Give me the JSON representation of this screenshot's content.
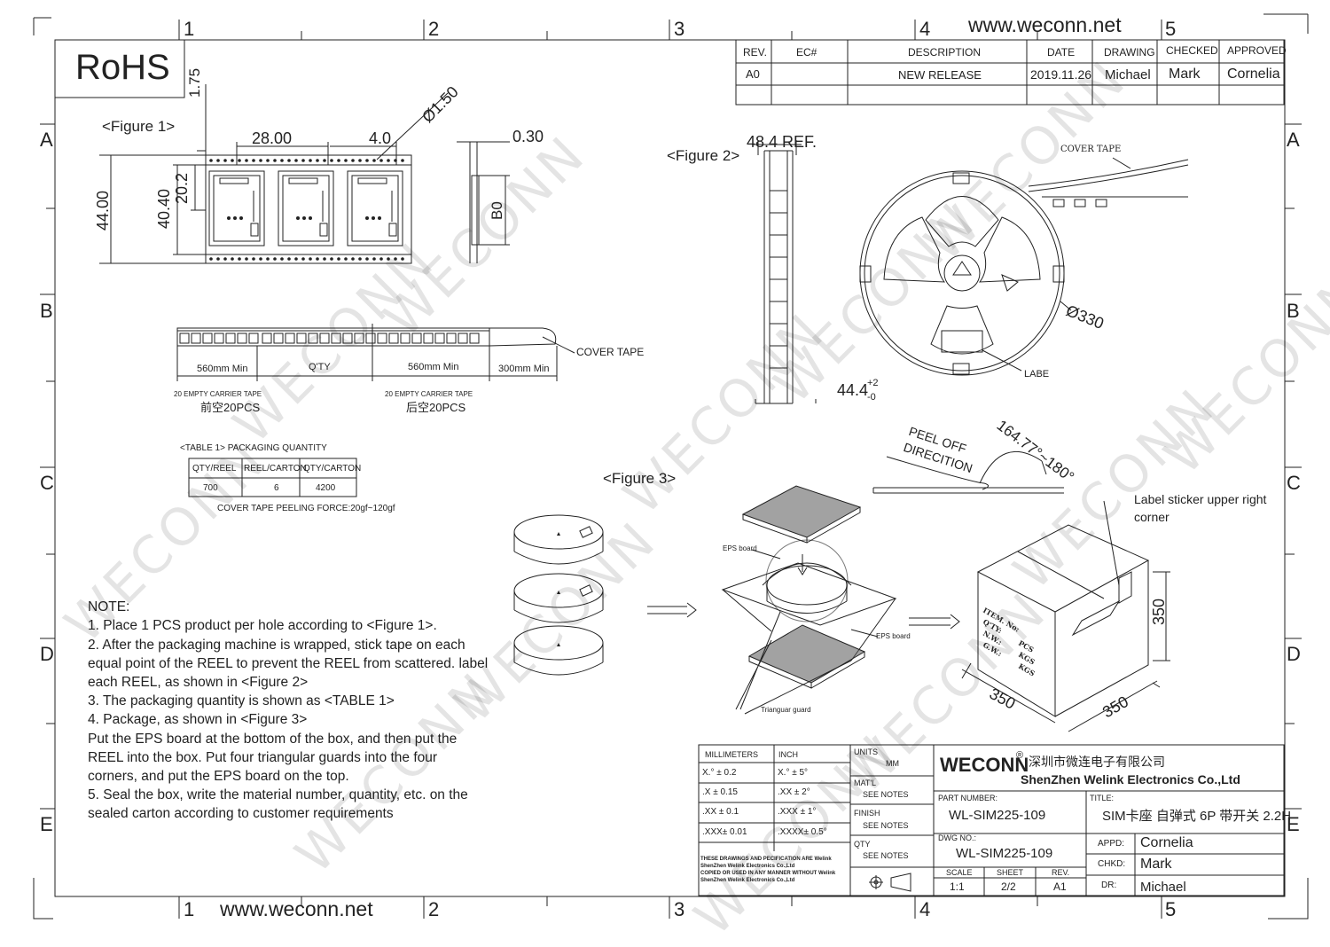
{
  "frame": {
    "zones_top": [
      "1",
      "2",
      "3",
      "4",
      "5"
    ],
    "zones_bottom": [
      "1",
      "2",
      "3",
      "4",
      "5"
    ],
    "zones_side": [
      "A",
      "B",
      "C",
      "D",
      "E"
    ],
    "website_top": "www.weconn.net",
    "website_bottom": "www.weconn.net",
    "rohs": "RoHS",
    "watermark": "WECONN"
  },
  "revision_table": {
    "headers": [
      "REV.",
      "EC#",
      "DESCRIPTION",
      "DATE",
      "DRAWING",
      "CHECKED",
      "APPROVED"
    ],
    "row": {
      "rev": "A0",
      "ec": "",
      "description": "NEW RELEASE",
      "date": "2019.11.26",
      "drawing": "Michael",
      "checked": "Mark",
      "approved": "Cornelia"
    }
  },
  "figure1": {
    "label": "<Figure 1>",
    "dim_175": "1.75",
    "dim_2800": "28.00",
    "dim_40": "4.0",
    "dim_150": "Ø1.50",
    "dim_030": "0.30",
    "dim_4400": "44.00",
    "dim_4040": "40.40",
    "dim_202": "20.2",
    "dim_b0": "B0"
  },
  "tape": {
    "cover_tape": "COVER TAPE",
    "seg1": "560mm  Min",
    "seg2": "Q'TY",
    "seg3": "560mm Min",
    "seg4": "300mm Min",
    "front_en": "20 EMPTY CARRIER TAPE",
    "front_cn": "前空20PCS",
    "back_en": "20 EMPTY CARRIER TAPE",
    "back_cn": "后空20PCS"
  },
  "table1": {
    "title": "<TABLE 1> PACKAGING QUANTITY",
    "headers": [
      "QTY/REEL",
      "REEL/CARTON",
      "QTY/CARTON"
    ],
    "values": [
      "700",
      "6",
      "4200"
    ],
    "force": "COVER TAPE PEELING FORCE:20gf~120gf"
  },
  "figure2": {
    "label": "<Figure 2>",
    "ref": "48.4 REF.",
    "width": "44.4",
    "tol_plus": "+2",
    "tol_minus": "-0",
    "cover_tape": "COVER TAPE",
    "diameter": "Ø330",
    "labe": "LABE"
  },
  "peel": {
    "line1": "PEEL OFF",
    "line2": "DIRECITION",
    "angle": "164.77°~180°"
  },
  "figure3": {
    "label": "<Figure 3>",
    "eps_top": "EPS board",
    "eps_bottom": "EPS board",
    "guard": "Trianguar guard",
    "sticker_line1": "Label sticker upper right",
    "sticker_line2": "corner",
    "dim_h": "350",
    "dim_w": "350",
    "dim_d": "350",
    "box_text": [
      "ITEM. No:",
      "Q'TY:",
      "N.W.:",
      "G.W.:"
    ],
    "box_units": [
      "PCS",
      "KGS",
      "KGS"
    ]
  },
  "notes": [
    "NOTE:",
    "1. Place 1 PCS product per hole according to <Figure 1>.",
    "2. After the packaging machine is wrapped, stick tape on each",
    "equal point of the REEL to prevent the REEL from scattered. label",
    "each REEL, as shown in <Figure 2>",
    "3. The packaging quantity is shown as <TABLE 1>",
    "4. Package, as shown in <Figure 3>",
    "Put the EPS board at the bottom of the box, and then put the",
    "REEL into the box. Put four triangular guards into the four",
    "corners, and put the EPS board on the top.",
    "5. Seal the box, write the material number, quantity, etc. on the",
    "sealed carton according to customer requirements"
  ],
  "title_block": {
    "tol_headers": [
      "MILLIMETERS",
      "INCH"
    ],
    "tol_mm": [
      "X.°  ±  0.2",
      ".X   ±  0.15",
      ".XX  ±  0.1",
      ".XXX±  0.01"
    ],
    "tol_in": [
      "X.°   ±   5°",
      ".XX   ±   2°",
      ".XXX  ±   1°",
      ".XXXX±  0.5°"
    ],
    "disclaimer": [
      "THESE DRAWINGS AND PECIFICATION ARE Welink",
      "ShenZhen Welink Electronics Co.,Ltd",
      " COPIED OR USED IN ANY MANNER WITHOUT Welink",
      "ShenZhen Welink Electronics Co.,Ltd"
    ],
    "units_label": "UNITS",
    "units_value": "MM",
    "matl_label": "MAT'L",
    "matl_value": "SEE NOTES",
    "finish_label": "FINISH",
    "finish_value": "SEE NOTES",
    "qty_label": "QTY",
    "qty_value": "SEE NOTES",
    "logo": "WECONN",
    "reg": "®",
    "company_cn": "深圳市微连电子有限公司",
    "company_en": "ShenZhen Welink Electronics Co.,Ltd",
    "part_label": "PART NUMBER:",
    "part_value": "WL-SIM225-109",
    "title_label": "TITLE:",
    "title_value": "SIM卡座 自弹式 6P 带开关 2.2H",
    "dwg_label": "DWG NO.:",
    "dwg_value": "WL-SIM225-109",
    "scale_label": "SCALE",
    "scale_value": "1:1",
    "sheet_label": "SHEET",
    "sheet_value": "2/2",
    "rev_label": "REV.",
    "rev_value": "A1",
    "appd_label": "APPD:",
    "appd_value": "Cornelia",
    "chkd_label": "CHKD:",
    "chkd_value": "Mark",
    "dr_label": "DR:",
    "dr_value": "Michael"
  }
}
